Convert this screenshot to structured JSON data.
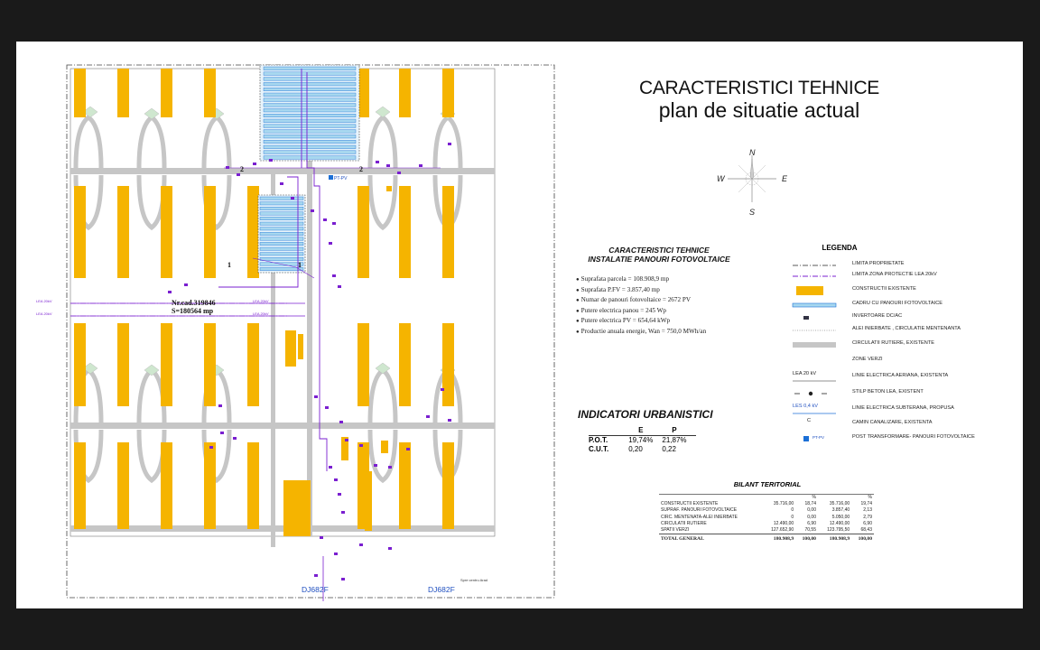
{
  "title": {
    "line1": "CARACTERISTICI TEHNICE",
    "line2": "plan de situatie actual"
  },
  "compass": {
    "n": "N",
    "s": "S",
    "e": "E",
    "w": "W"
  },
  "specs": {
    "heading1": "CARACTERISTICI TEHNICE",
    "heading2": "INSTALATIE PANOURI FOTOVOLTAICE",
    "items": [
      "Suprafata parcela = 108.908,9 mp",
      "Suprafata P.FV = 3.857,40 mp",
      "Numar de panouri fotovoltaice = 2672 PV",
      "Putere electrica panou = 245 Wp",
      "Putere electrica PV = 654,64 kWp",
      "Productie anuala energie, Wan = 750,0 MWh/an"
    ]
  },
  "indicators": {
    "heading": "INDICATORI URBANISTICI",
    "col_e": "E",
    "col_p": "P",
    "rows": [
      {
        "k": "P.O.T.",
        "e": "19,74%",
        "p": "21,87%"
      },
      {
        "k": "C.U.T.",
        "e": "0,20",
        "p": "0,22"
      }
    ]
  },
  "legend": {
    "heading": "LEGENDA",
    "items": [
      {
        "sym": "dashdot-black",
        "label": "LIMITA PROPRIETATE"
      },
      {
        "sym": "dashdot-purple",
        "label": "LIMITA ZONA PROTECTIE LEA 20kV"
      },
      {
        "sym": "yellow-box",
        "label": "CONSTRUCTII EXISTENTE"
      },
      {
        "sym": "blue-bar",
        "label": "CADRU CU PANOURI FOTOVOLTAICE"
      },
      {
        "sym": "inverter",
        "label": "INVERTOARE DC/AC"
      },
      {
        "sym": "dotted-line",
        "label": "ALEI INIERBATE , CIRCULATIE MENTENANTA"
      },
      {
        "sym": "gray-bar",
        "label": "CIRCULATII RUTIERE, EXISTENTE"
      },
      {
        "sym": "green-zone",
        "label": "ZONE VERZI"
      },
      {
        "sym": "lea",
        "sym_text": "LEA 20 kV",
        "label": "LINIE ELECTRICA AERIANA, EXISTENTA"
      },
      {
        "sym": "pole",
        "label": "STILP BETON LEA, EXISTENT"
      },
      {
        "sym": "les",
        "sym_text": "LES 0,4 kV",
        "label": "LINIE ELECTRICA SUBTERANA, PROPUSA"
      },
      {
        "sym": "camin",
        "sym_text": "C",
        "label": "CAMIN CANALIZARE, EXISTENTA"
      },
      {
        "sym": "ptpv",
        "sym_text": "PT-PV",
        "label": "POST TRANSFORMARE- PANOURI FOTOVOLTAICE"
      }
    ]
  },
  "bilant": {
    "heading": "BILANT TERITORIAL",
    "pct1": "%",
    "pct2": "%",
    "rows": [
      {
        "name": "CONSTRUCTII EXISTENTE",
        "a": "35.716,00",
        "b": "18,74",
        "c": "35.716,00",
        "d": "19,74"
      },
      {
        "name": "SUPRAF. PANOURI FOTOVOLTAICE",
        "a": "0",
        "b": "0,00",
        "c": "3.857,40",
        "d": "2,13"
      },
      {
        "name": "CIRC. MENTENATA-ALEI INIERBATE",
        "a": "0",
        "b": "0,00",
        "c": "5.050,00",
        "d": "2,79"
      },
      {
        "name": "CIRCULATII RUTIERE",
        "a": "12.490,00",
        "b": "6,90",
        "c": "12.490,00",
        "d": "6,90"
      },
      {
        "name": "SPATII VERZI",
        "a": "127.652,90",
        "b": "70,55",
        "c": "123.795,50",
        "d": "68,43"
      }
    ],
    "total": {
      "name": "TOTAL  GENERAL",
      "a": "180.908,9",
      "b": "100,00",
      "c": "180.908,9",
      "d": "100,00"
    }
  },
  "site": {
    "cad_line1": "Nr.cad.319846",
    "cad_line2": "S=180564 mp",
    "road1": "DJ682F",
    "road2": "DJ682F",
    "ptpv": "PT-PV",
    "lea_left1": "LEA 20kV",
    "lea_left2": "LEA 20kV",
    "lea_mid1": "LEA 20kV",
    "lea_mid2": "LEA 20kV",
    "spre": "Spre centru Arad",
    "num1": "2",
    "num2": "2",
    "num3": "1",
    "num4": "1"
  },
  "colors": {
    "building": "#f5b400",
    "road": "#c6c6c6",
    "green": "#cfe7cf",
    "panel": "#a7d7ef",
    "purple": "#7a1fd0",
    "blue": "#1b6fd6"
  }
}
